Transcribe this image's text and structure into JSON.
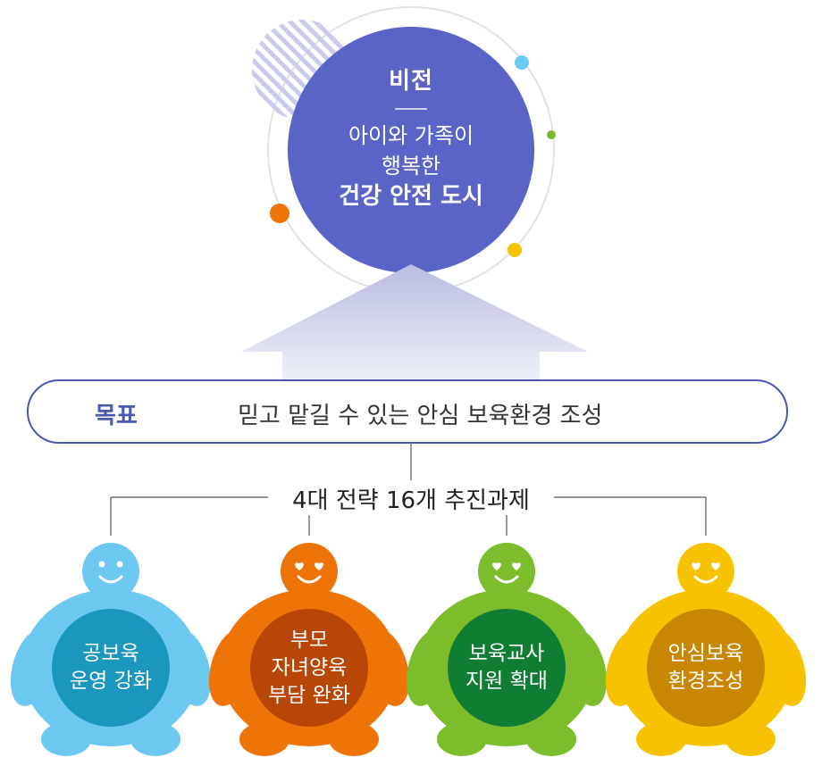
{
  "vision": {
    "title": "비전",
    "lines": [
      "아이와 가족이",
      "행복한",
      "건강 안전 도시"
    ]
  },
  "goal": {
    "label": "목표",
    "text": "믿고 맡길 수 있는 안심 보육환경 조성"
  },
  "strategy_title": "4대 전략 16개 추진과제",
  "strategies": [
    {
      "lines": [
        "공보육",
        "운영 강화"
      ],
      "face": "smile",
      "body_color": "#6cc8f0",
      "inner_color": "#1a96bf"
    },
    {
      "lines": [
        "부모",
        "자녀양육",
        "부담 완화"
      ],
      "face": "heart",
      "body_color": "#ef7408",
      "inner_color": "#b84606"
    },
    {
      "lines": [
        "보육교사",
        "지원 확대"
      ],
      "face": "heart",
      "body_color": "#7bbd2a",
      "inner_color": "#0f7d32"
    },
    {
      "lines": [
        "안심보육",
        "환경조성"
      ],
      "face": "heart",
      "body_color": "#f7c300",
      "inner_color": "#c98600"
    }
  ],
  "colors": {
    "vision_circle": "#5a64c6",
    "goal_border": "#4a57b4",
    "dot_blue": "#6ccbf3",
    "dot_green": "#7ab82d",
    "dot_orange": "#ef7408",
    "dot_yellow": "#f7c300"
  }
}
